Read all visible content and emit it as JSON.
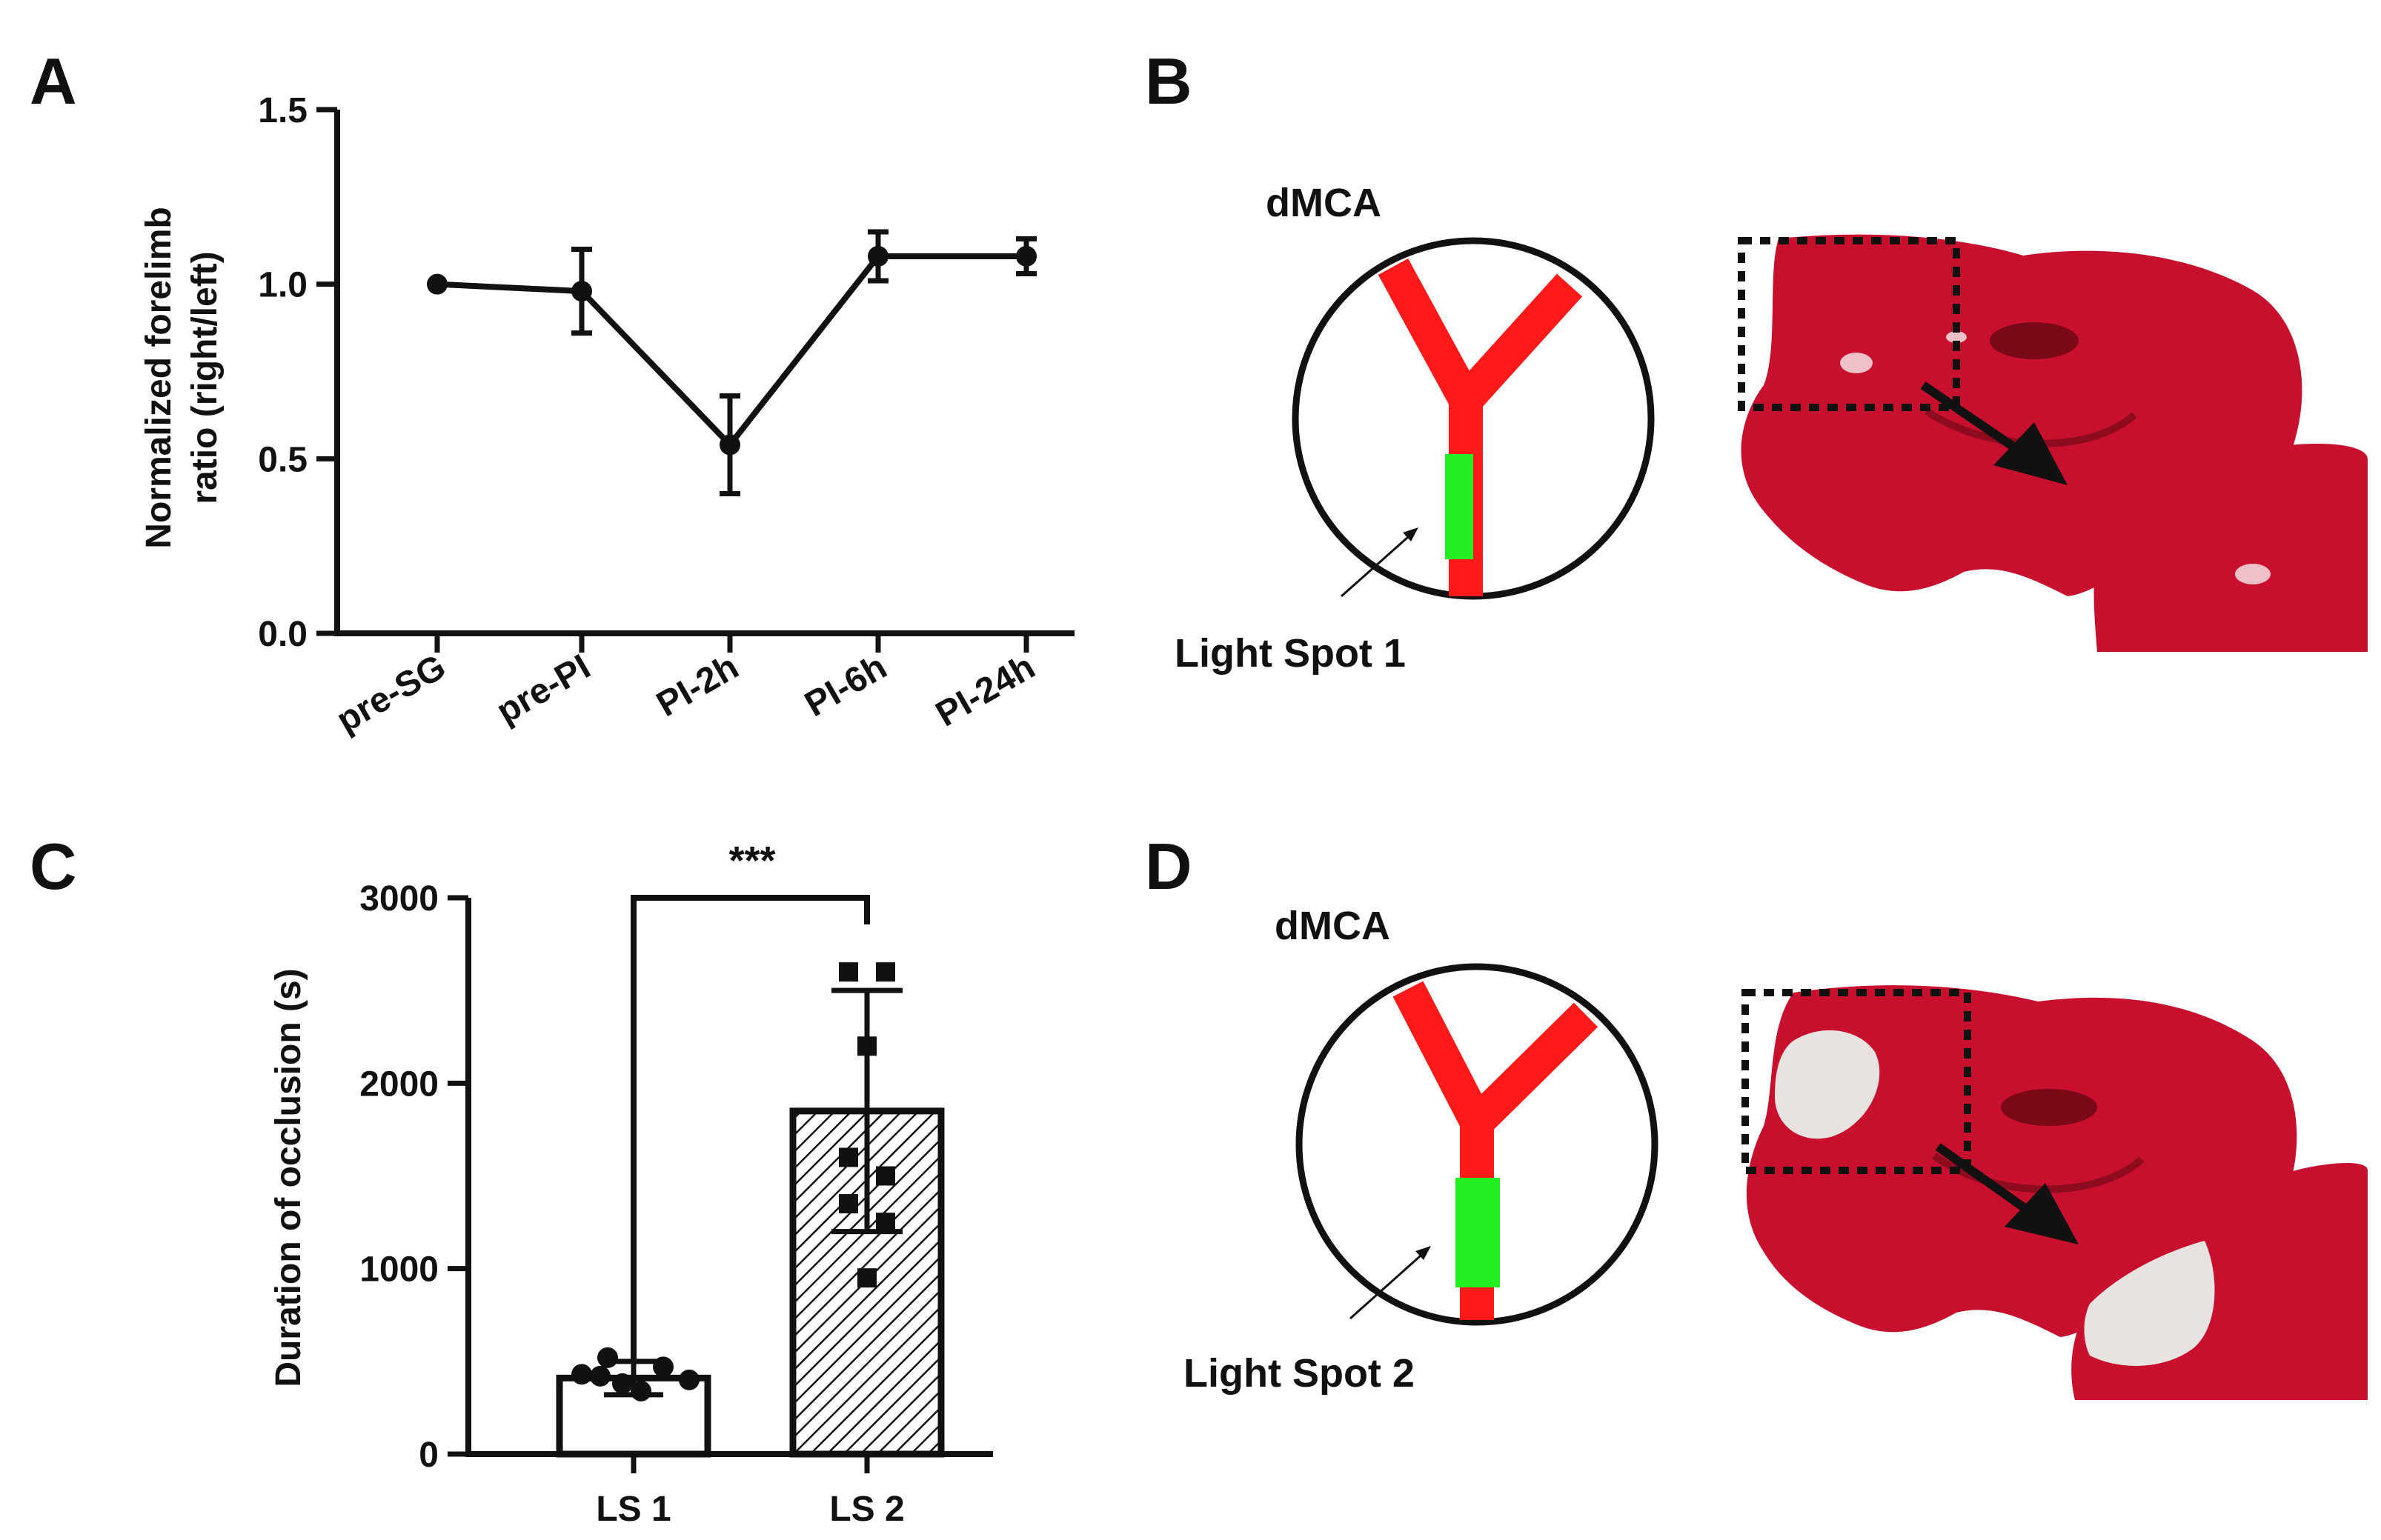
{
  "panels": {
    "a": {
      "letter": "A"
    },
    "b": {
      "letter": "B",
      "vessel_label": "dMCA",
      "spot_label": "Light Spot 1"
    },
    "c": {
      "letter": "C",
      "significance": "***"
    },
    "d": {
      "letter": "D",
      "vessel_label": "dMCA",
      "spot_label": "Light Spot 2"
    }
  },
  "colors": {
    "vessel": "#ff1a1a",
    "light_spot": "#22ee22",
    "tissue": "#c8102e",
    "tissue_dark": "#8e0a1f",
    "infarct": "#e8e2e0",
    "line": "#111111"
  },
  "chart_data": [
    {
      "type": "line",
      "panel": "A",
      "categories": [
        "pre-SG",
        "pre-PI",
        "PI-2h",
        "PI-6h",
        "PI-24h"
      ],
      "values": [
        1.0,
        0.98,
        0.54,
        1.08,
        1.08
      ],
      "error": [
        0.0,
        0.12,
        0.14,
        0.07,
        0.05
      ],
      "ylabel_line1": "Normalized forelimb",
      "ylabel_line2": "ratio (right/left)",
      "xlabel": "",
      "ylim": [
        0,
        1.5
      ],
      "yticks": [
        "0.0",
        "0.5",
        "1.0",
        "1.5"
      ],
      "grid": false
    },
    {
      "type": "bar",
      "panel": "C",
      "categories": [
        "LS 1",
        "LS 2"
      ],
      "values": [
        410,
        1850
      ],
      "error": [
        90,
        650
      ],
      "points": [
        [
          430,
          420,
          380,
          520,
          340,
          470,
          400
        ],
        [
          2600,
          2600,
          2200,
          1600,
          1500,
          1350,
          1250,
          950
        ]
      ],
      "ylabel": "Duration of occlusion (s)",
      "xlabel": "",
      "ylim": [
        0,
        3000
      ],
      "yticks": [
        "0",
        "1000",
        "2000",
        "3000"
      ],
      "grid": false
    }
  ]
}
